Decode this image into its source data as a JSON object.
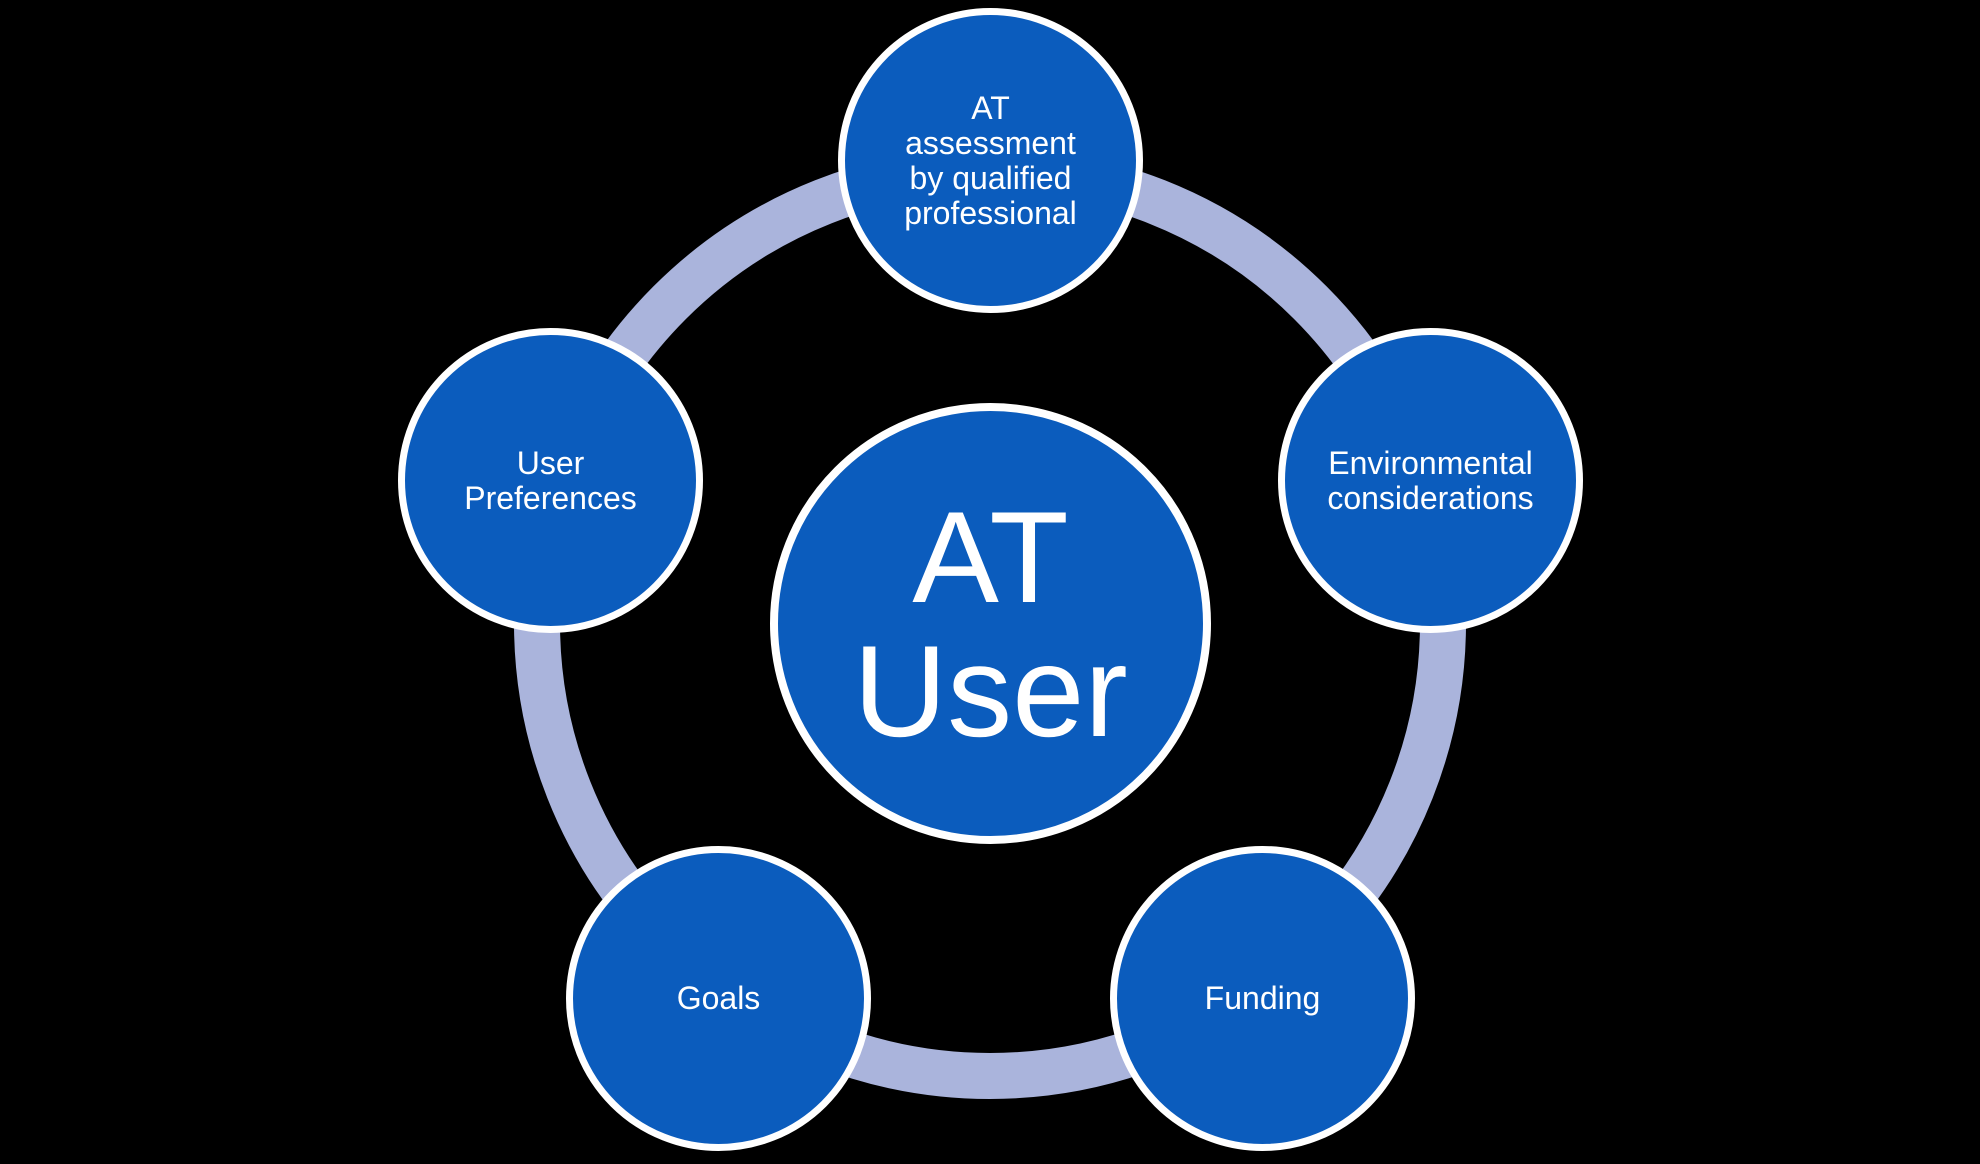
{
  "diagram": {
    "type": "hub-and-spoke",
    "background_color": "#000000",
    "colors": {
      "node_fill": "#0b5cbd",
      "node_border": "#ffffff",
      "ring": "#aab4dc",
      "text": "#ffffff"
    },
    "center_node": {
      "id": "at-user",
      "label": "AT\nUser"
    },
    "nodes": [
      {
        "id": "at-assessment",
        "label": "AT\nassessment\nby qualified\nprofessional",
        "position": "top"
      },
      {
        "id": "environmental-considerations",
        "label": "Environmental\nconsiderations",
        "position": "right"
      },
      {
        "id": "funding",
        "label": "Funding",
        "position": "bottom-right"
      },
      {
        "id": "goals",
        "label": "Goals",
        "position": "bottom-left"
      },
      {
        "id": "user-preferences",
        "label": "User\nPreferences",
        "position": "left"
      }
    ]
  }
}
